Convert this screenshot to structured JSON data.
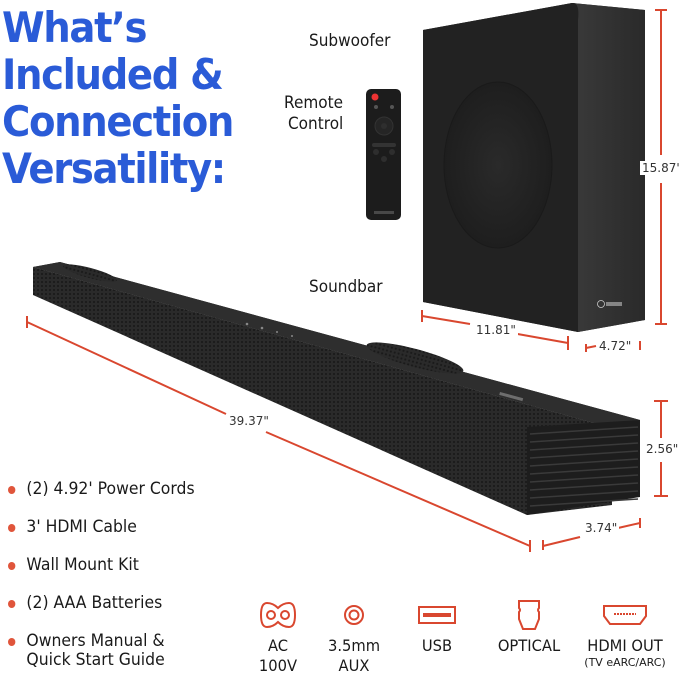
{
  "title": {
    "lines": [
      "What’s",
      "Included &",
      "Connection",
      "Versatility:"
    ],
    "color": "#2a5bd7"
  },
  "products": {
    "subwoofer": {
      "label": "Subwoofer",
      "dimensions": {
        "height": "15.87\"",
        "width": "11.81\"",
        "depth": "4.72\""
      }
    },
    "remote": {
      "label_line1": "Remote",
      "label_line2": "Control"
    },
    "soundbar": {
      "label": "Soundbar",
      "dimensions": {
        "length": "39.37\"",
        "height": "2.56\"",
        "depth": "3.74\""
      }
    }
  },
  "included_items": [
    {
      "text": "(2) 4.92' Power Cords"
    },
    {
      "text": "3' HDMI Cable"
    },
    {
      "text": "Wall Mount Kit"
    },
    {
      "text": "(2) AAA Batteries"
    },
    {
      "line1": "Owners Manual &",
      "line2": "Quick Start Guide"
    }
  ],
  "connections": [
    {
      "icon": "ac-power-icon",
      "line1": "AC",
      "line2": "100V"
    },
    {
      "icon": "aux-jack-icon",
      "line1": "3.5mm",
      "line2": "AUX"
    },
    {
      "icon": "usb-port-icon",
      "line1": "USB"
    },
    {
      "icon": "optical-port-icon",
      "line1": "OPTICAL"
    },
    {
      "icon": "hdmi-port-icon",
      "line1": "HDMI OUT",
      "sub": "(TV eARC/ARC)"
    }
  ],
  "colors": {
    "accent": "#e0553b",
    "dimension_line": "#d9472f",
    "title_blue": "#2a5bd7",
    "product_black": "#262626"
  }
}
